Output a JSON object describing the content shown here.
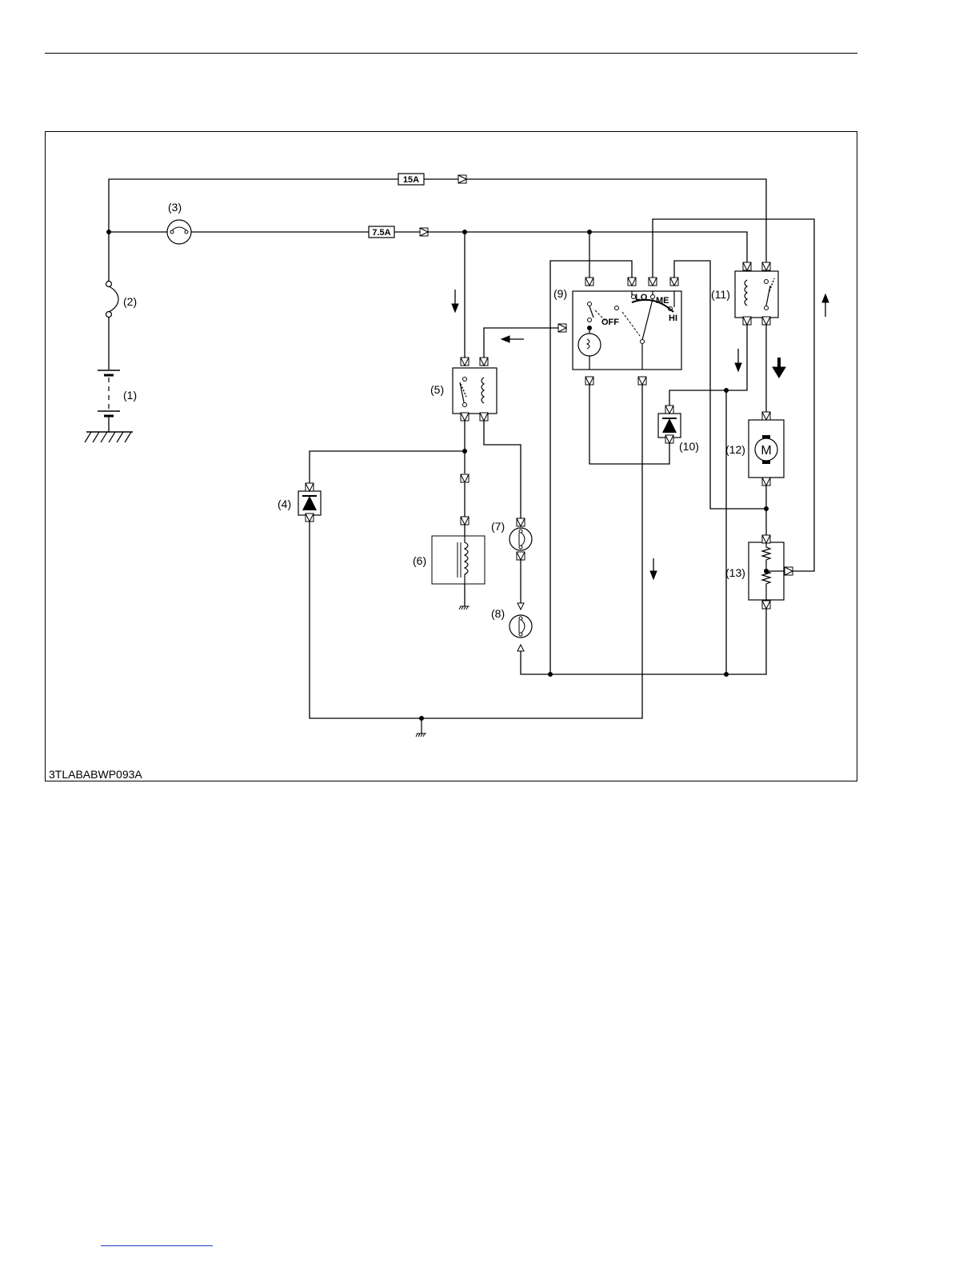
{
  "figure_code": "3TLABABWP093A",
  "fuses": {
    "main": "15A",
    "sub": "7.5A"
  },
  "switch_positions": {
    "off": "OFF",
    "lo": "LO",
    "me": "ME",
    "hi": "HI"
  },
  "motor_letter": "M",
  "components": [
    {
      "id": "battery",
      "label": "(1)"
    },
    {
      "id": "slow-blow-fuse",
      "label": "(2)"
    },
    {
      "id": "key-switch",
      "label": "(3)"
    },
    {
      "id": "diode-4",
      "label": "(4)"
    },
    {
      "id": "relay-5",
      "label": "(5)"
    },
    {
      "id": "solenoid-6",
      "label": "(6)"
    },
    {
      "id": "pressure-switch-7",
      "label": "(7)"
    },
    {
      "id": "pressure-switch-8",
      "label": "(8)"
    },
    {
      "id": "blower-switch-9",
      "label": "(9)"
    },
    {
      "id": "diode-10",
      "label": "(10)"
    },
    {
      "id": "blower-relay-11",
      "label": "(11)"
    },
    {
      "id": "blower-motor-12",
      "label": "(12)"
    },
    {
      "id": "resistor-13",
      "label": "(13)"
    }
  ]
}
